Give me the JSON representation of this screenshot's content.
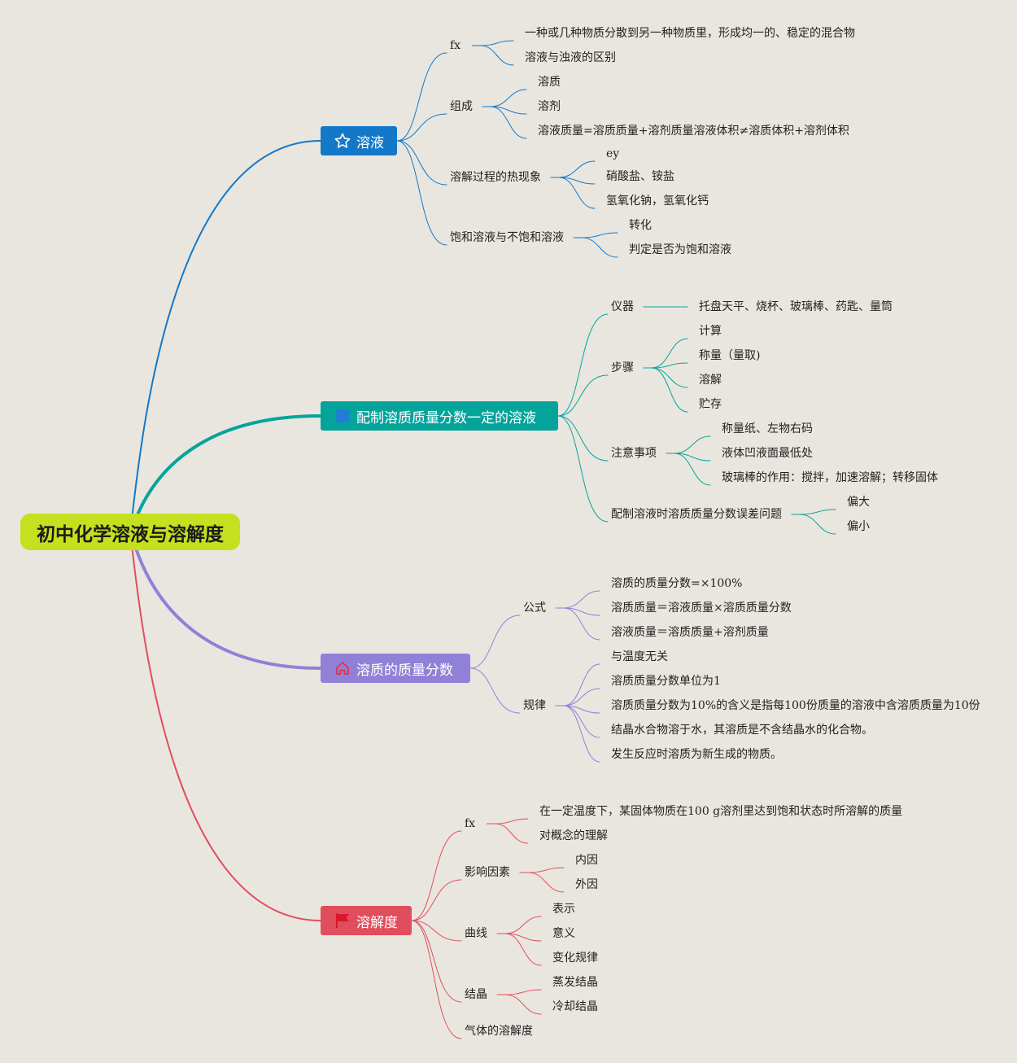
{
  "root": "初中化学溶液与溶解度",
  "colors": {
    "background": "#e9e6df",
    "root": "#c4e01f",
    "solution": "#1478c8",
    "preparation": "#05a49b",
    "mass_fraction": "#9080d8",
    "solubility": "#e04e5e"
  },
  "branches": [
    {
      "id": "solution",
      "label": "溶液",
      "icon": "star-icon",
      "children": [
        {
          "label": "fx",
          "children": [
            {
              "label": "一种或几种物质分散到另一种物质里，形成均一的、稳定的混合物"
            },
            {
              "label": "溶液与浊液的区别"
            }
          ]
        },
        {
          "label": "组成",
          "children": [
            {
              "label": "溶质"
            },
            {
              "label": "溶剂"
            },
            {
              "label": "溶液质量=溶质质量+溶剂质量溶液体积≠溶质体积+溶剂体积"
            }
          ]
        },
        {
          "label": "溶解过程的热现象",
          "children": [
            {
              "label": "ey"
            },
            {
              "label": "硝酸盐、铵盐"
            },
            {
              "label": "氢氧化钠，氢氧化钙"
            }
          ]
        },
        {
          "label": "饱和溶液与不饱和溶液",
          "children": [
            {
              "label": "转化"
            },
            {
              "label": "判定是否为饱和溶液"
            }
          ]
        }
      ]
    },
    {
      "id": "preparation",
      "label": "配制溶质质量分数一定的溶液",
      "icon": "square-icon",
      "children": [
        {
          "label": "仪器",
          "children": [
            {
              "label": "托盘天平、烧杯、玻璃棒、药匙、量筒"
            }
          ]
        },
        {
          "label": "步骤",
          "children": [
            {
              "label": "计算"
            },
            {
              "label": "称量（量取)"
            },
            {
              "label": "溶解"
            },
            {
              "label": "贮存"
            }
          ]
        },
        {
          "label": "注意事项",
          "children": [
            {
              "label": "称量纸、左物右码"
            },
            {
              "label": "液体凹液面最低处"
            },
            {
              "label": "玻璃棒的作用：搅拌，加速溶解；转移固体"
            }
          ]
        },
        {
          "label": "配制溶液时溶质质量分数误差问题",
          "children": [
            {
              "label": "偏大"
            },
            {
              "label": "偏小"
            }
          ]
        }
      ]
    },
    {
      "id": "mass_fraction",
      "label": "溶质的质量分数",
      "icon": "home-icon",
      "children": [
        {
          "label": "公式",
          "children": [
            {
              "label": "溶质的质量分数=×100%"
            },
            {
              "label": "溶质质量＝溶液质量×溶质质量分数"
            },
            {
              "label": "溶液质量＝溶质质量+溶剂质量"
            }
          ]
        },
        {
          "label": "规律",
          "children": [
            {
              "label": "与温度无关"
            },
            {
              "label": "溶质质量分数单位为1"
            },
            {
              "label": "溶质质量分数为10%的含义是指每100份质量的溶液中含溶质质量为10份"
            },
            {
              "label": "结晶水合物溶于水，其溶质是不含结晶水的化合物。"
            },
            {
              "label": "发生反应时溶质为新生成的物质。"
            }
          ]
        }
      ]
    },
    {
      "id": "solubility",
      "label": "溶解度",
      "icon": "flag-icon",
      "children": [
        {
          "label": "fx",
          "children": [
            {
              "label": "在一定温度下，某固体物质在100 g溶剂里达到饱和状态时所溶解的质量"
            },
            {
              "label": "对概念的理解"
            }
          ]
        },
        {
          "label": "影响因素",
          "children": [
            {
              "label": "内因"
            },
            {
              "label": "外因"
            }
          ]
        },
        {
          "label": "曲线",
          "children": [
            {
              "label": "表示"
            },
            {
              "label": "意义"
            },
            {
              "label": "变化规律"
            }
          ]
        },
        {
          "label": "结晶",
          "children": [
            {
              "label": "蒸发结晶"
            },
            {
              "label": "冷却结晶"
            }
          ]
        },
        {
          "label": "气体的溶解度"
        }
      ]
    }
  ]
}
